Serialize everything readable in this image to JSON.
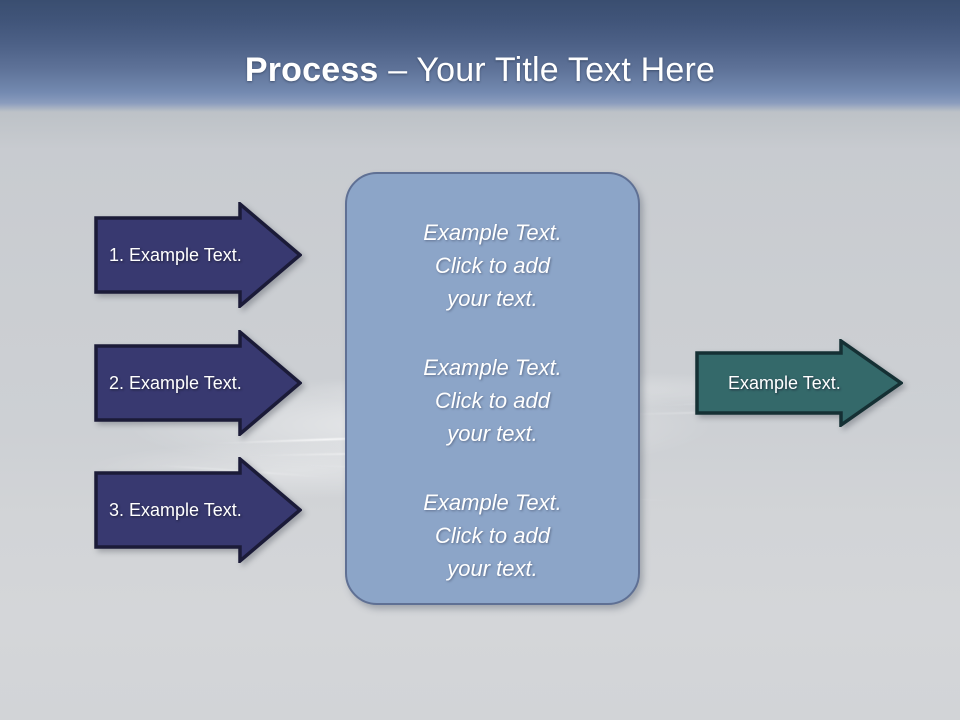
{
  "slide": {
    "title": {
      "bold_part": "Process",
      "rest_part": " – Your Title Text Here"
    },
    "background": {
      "top_color": "#3a4e70",
      "mid_color": "#8a9cbd",
      "body_color": "#cbced2"
    }
  },
  "input_arrows": {
    "fill_color": "#383970",
    "border_color": "#1b1b38",
    "items": [
      {
        "label": "1. Example Text."
      },
      {
        "label": "2. Example Text."
      },
      {
        "label": "3. Example Text."
      }
    ]
  },
  "process_box": {
    "fill_color": "#8ca5c8",
    "border_color": "#5f7094",
    "paragraphs": [
      {
        "text": "Example Text.\nClick  to add\nyour text."
      },
      {
        "text": "Example Text.\nClick  to add\nyour text."
      },
      {
        "text": "Example Text.\nClick  to add\nyour text."
      }
    ]
  },
  "output_arrow": {
    "fill_color": "#34696a",
    "border_color": "#153034",
    "label": "Example Text."
  }
}
